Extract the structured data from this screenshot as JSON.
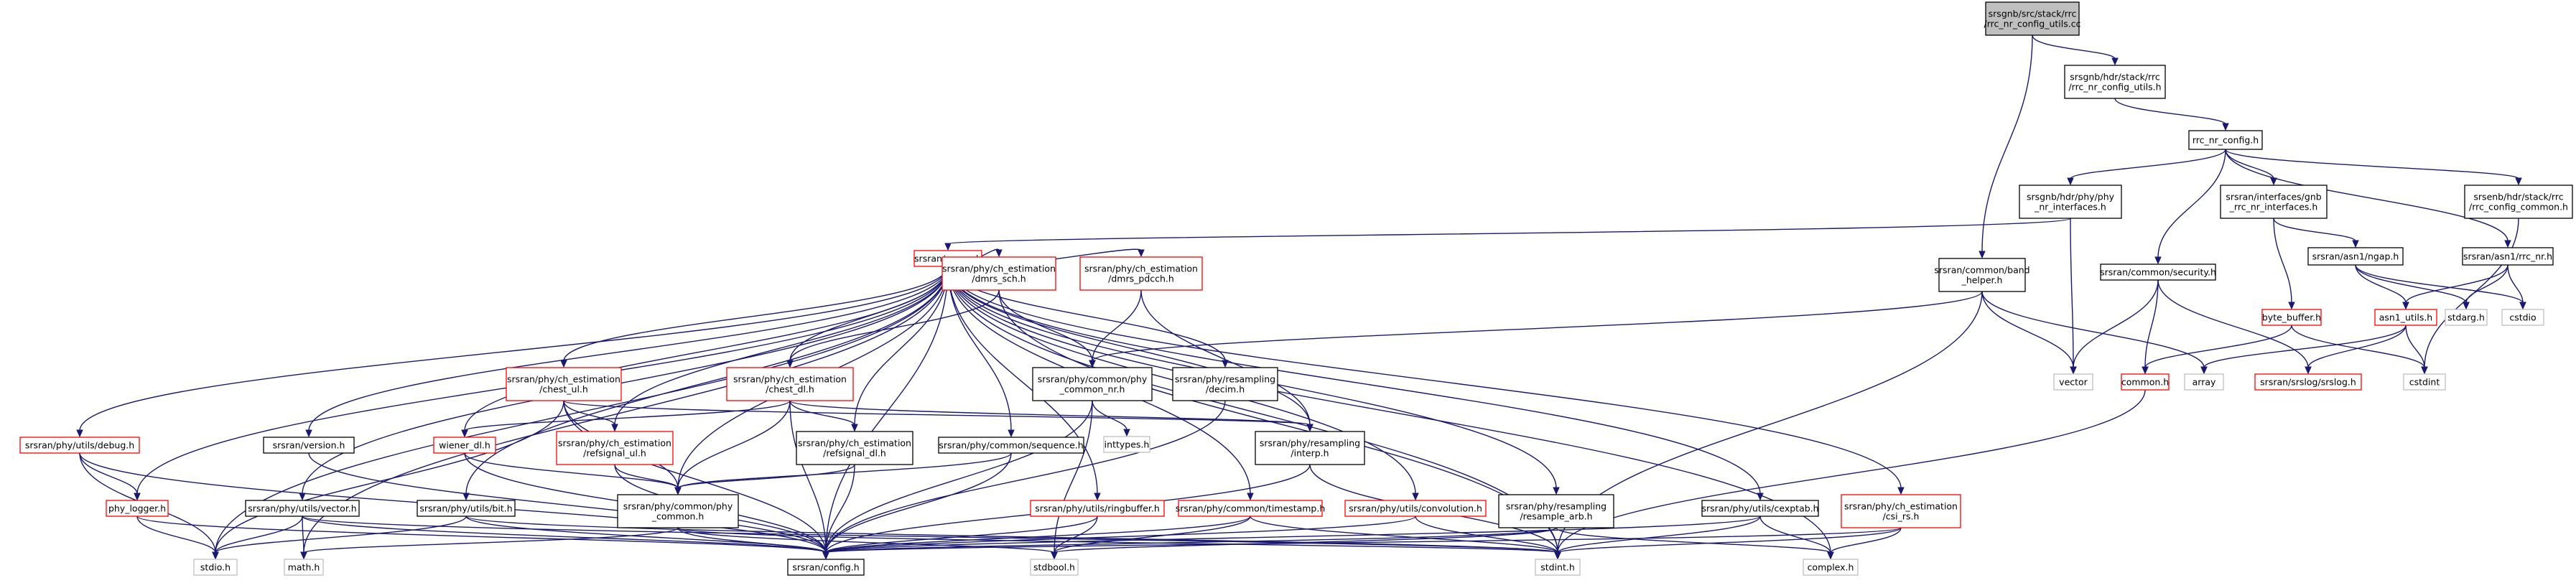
{
  "diagram": {
    "title": "srsgnb/src/stack/rrc/rrc_nr_config_utils.cc",
    "colors": {
      "edge": "#191970",
      "root_fill": "#bfbfbf",
      "documented_border": "#000000",
      "undocumented_border": "#ff0000",
      "external_border": "#bfbfbf"
    },
    "nodes": [
      {
        "id": "root",
        "style": "root",
        "lines": [
          "srsgnb/src/stack/rrc",
          "/rrc_nr_config_utils.cc"
        ]
      },
      {
        "id": "hdr_utils",
        "style": "black",
        "lines": [
          "srsgnb/hdr/stack/rrc",
          "/rrc_nr_config_utils.h"
        ]
      },
      {
        "id": "rrc_cfg",
        "style": "black",
        "lines": [
          "rrc_nr_config.h"
        ]
      },
      {
        "id": "phy_if",
        "style": "black",
        "lines": [
          "srsgnb/hdr/phy/phy",
          "_nr_interfaces.h"
        ]
      },
      {
        "id": "gnb_rrc_if",
        "style": "black",
        "lines": [
          "srsran/interfaces/gnb",
          "_rrc_nr_interfaces.h"
        ]
      },
      {
        "id": "enb_rrc_common",
        "style": "black",
        "lines": [
          "srsenb/hdr/stack/rrc",
          "/rrc_config_common.h"
        ]
      },
      {
        "id": "srsran_h",
        "style": "red",
        "lines": [
          "srsran/srsran.h"
        ]
      },
      {
        "id": "dmrs_sch",
        "style": "red",
        "lines": [
          "srsran/phy/ch_estimation",
          "/dmrs_sch.h"
        ]
      },
      {
        "id": "dmrs_pdcch",
        "style": "red",
        "lines": [
          "srsran/phy/ch_estimation",
          "/dmrs_pdcch.h"
        ]
      },
      {
        "id": "band_helper",
        "style": "black",
        "lines": [
          "srsran/common/band",
          "_helper.h"
        ]
      },
      {
        "id": "security",
        "style": "black",
        "lines": [
          "srsran/common/security.h"
        ]
      },
      {
        "id": "ngap",
        "style": "black",
        "lines": [
          "srsran/asn1/ngap.h"
        ]
      },
      {
        "id": "rrc_nr_asn",
        "style": "black",
        "lines": [
          "srsran/asn1/rrc_nr.h"
        ]
      },
      {
        "id": "byte_buffer",
        "style": "red",
        "lines": [
          "byte_buffer.h"
        ]
      },
      {
        "id": "asn1_utils",
        "style": "red",
        "lines": [
          "asn1_utils.h"
        ]
      },
      {
        "id": "stdarg",
        "style": "grey",
        "lines": [
          "stdarg.h"
        ]
      },
      {
        "id": "cstdio",
        "style": "grey",
        "lines": [
          "cstdio"
        ]
      },
      {
        "id": "cstdint",
        "style": "grey",
        "lines": [
          "cstdint"
        ]
      },
      {
        "id": "common_h",
        "style": "red",
        "lines": [
          "common.h"
        ]
      },
      {
        "id": "array",
        "style": "grey",
        "lines": [
          "array"
        ]
      },
      {
        "id": "srslog",
        "style": "red",
        "lines": [
          "srsran/srslog/srslog.h"
        ]
      },
      {
        "id": "vector_std",
        "style": "grey",
        "lines": [
          "vector"
        ]
      },
      {
        "id": "chest_ul",
        "style": "red",
        "lines": [
          "srsran/phy/ch_estimation",
          "/chest_ul.h"
        ]
      },
      {
        "id": "chest_dl",
        "style": "red",
        "lines": [
          "srsran/phy/ch_estimation",
          "/chest_dl.h"
        ]
      },
      {
        "id": "phy_common_nr",
        "style": "black",
        "lines": [
          "srsran/phy/common/phy",
          "_common_nr.h"
        ]
      },
      {
        "id": "decim",
        "style": "black",
        "lines": [
          "srsran/phy/resampling",
          "/decim.h"
        ]
      },
      {
        "id": "inttypes",
        "style": "grey",
        "lines": [
          "inttypes.h"
        ]
      },
      {
        "id": "debug_h",
        "style": "red",
        "lines": [
          "srsran/phy/utils/debug.h"
        ]
      },
      {
        "id": "version_h",
        "style": "black",
        "lines": [
          "srsran/version.h"
        ]
      },
      {
        "id": "wiener",
        "style": "red",
        "lines": [
          "wiener_dl.h"
        ]
      },
      {
        "id": "refsignal_ul",
        "style": "red",
        "lines": [
          "srsran/phy/ch_estimation",
          "/refsignal_ul.h"
        ]
      },
      {
        "id": "refsignal_dl",
        "style": "black",
        "lines": [
          "srsran/phy/ch_estimation",
          "/refsignal_dl.h"
        ]
      },
      {
        "id": "sequence",
        "style": "black",
        "lines": [
          "srsran/phy/common/sequence.h"
        ]
      },
      {
        "id": "interp",
        "style": "black",
        "lines": [
          "srsran/phy/resampling",
          "/interp.h"
        ]
      },
      {
        "id": "phy_logger",
        "style": "red",
        "lines": [
          "phy_logger.h"
        ]
      },
      {
        "id": "vector_h",
        "style": "black",
        "lines": [
          "srsran/phy/utils/vector.h"
        ]
      },
      {
        "id": "bit_h",
        "style": "black",
        "lines": [
          "srsran/phy/utils/bit.h"
        ]
      },
      {
        "id": "phy_common",
        "style": "black",
        "lines": [
          "srsran/phy/common/phy",
          "_common.h"
        ]
      },
      {
        "id": "ringbuffer",
        "style": "red",
        "lines": [
          "srsran/phy/utils/ringbuffer.h"
        ]
      },
      {
        "id": "timestamp",
        "style": "red",
        "lines": [
          "srsran/phy/common/timestamp.h"
        ]
      },
      {
        "id": "convolution",
        "style": "red",
        "lines": [
          "srsran/phy/utils/convolution.h"
        ]
      },
      {
        "id": "resample_arb",
        "style": "black",
        "lines": [
          "srsran/phy/resampling",
          "/resample_arb.h"
        ]
      },
      {
        "id": "cexptab",
        "style": "black",
        "lines": [
          "srsran/phy/utils/cexptab.h"
        ]
      },
      {
        "id": "csi_rs",
        "style": "red",
        "lines": [
          "srsran/phy/ch_estimation",
          "/csi_rs.h"
        ]
      },
      {
        "id": "stdio",
        "style": "grey",
        "lines": [
          "stdio.h"
        ]
      },
      {
        "id": "math",
        "style": "grey",
        "lines": [
          "math.h"
        ]
      },
      {
        "id": "config",
        "style": "black",
        "lines": [
          "srsran/config.h"
        ]
      },
      {
        "id": "stdbool",
        "style": "grey",
        "lines": [
          "stdbool.h"
        ]
      },
      {
        "id": "stdint",
        "style": "grey",
        "lines": [
          "stdint.h"
        ]
      },
      {
        "id": "complex",
        "style": "grey",
        "lines": [
          "complex.h"
        ]
      }
    ],
    "edges": [
      [
        "root",
        "hdr_utils"
      ],
      [
        "root",
        "band_helper"
      ],
      [
        "hdr_utils",
        "rrc_cfg"
      ],
      [
        "rrc_cfg",
        "phy_if"
      ],
      [
        "rrc_cfg",
        "security"
      ],
      [
        "rrc_cfg",
        "gnb_rrc_if"
      ],
      [
        "rrc_cfg",
        "rrc_nr_asn"
      ],
      [
        "rrc_cfg",
        "enb_rrc_common"
      ],
      [
        "phy_if",
        "srsran_h"
      ],
      [
        "phy_if",
        "vector_std"
      ],
      [
        "gnb_rrc_if",
        "ngap"
      ],
      [
        "gnb_rrc_if",
        "byte_buffer"
      ],
      [
        "enb_rrc_common",
        "cstdint"
      ],
      [
        "ngap",
        "asn1_utils"
      ],
      [
        "ngap",
        "stdarg"
      ],
      [
        "ngap",
        "cstdio"
      ],
      [
        "rrc_nr_asn",
        "asn1_utils"
      ],
      [
        "rrc_nr_asn",
        "stdarg"
      ],
      [
        "rrc_nr_asn",
        "cstdio"
      ],
      [
        "asn1_utils",
        "array"
      ],
      [
        "asn1_utils",
        "srslog"
      ],
      [
        "asn1_utils",
        "cstdint"
      ],
      [
        "byte_buffer",
        "common_h"
      ],
      [
        "byte_buffer",
        "cstdint"
      ],
      [
        "security",
        "common_h"
      ],
      [
        "security",
        "srslog"
      ],
      [
        "security",
        "vector_std"
      ],
      [
        "common_h",
        "stdint"
      ],
      [
        "band_helper",
        "phy_common_nr"
      ],
      [
        "band_helper",
        "vector_std"
      ],
      [
        "band_helper",
        "array"
      ],
      [
        "band_helper",
        "stdint"
      ],
      [
        "srsran_h",
        "dmrs_sch"
      ],
      [
        "srsran_h",
        "dmrs_pdcch"
      ],
      [
        "srsran_h",
        "chest_ul"
      ],
      [
        "srsran_h",
        "chest_dl"
      ],
      [
        "srsran_h",
        "debug_h"
      ],
      [
        "srsran_h",
        "version_h"
      ],
      [
        "srsran_h",
        "wiener"
      ],
      [
        "srsran_h",
        "refsignal_ul"
      ],
      [
        "srsran_h",
        "refsignal_dl"
      ],
      [
        "srsran_h",
        "sequence"
      ],
      [
        "srsran_h",
        "interp"
      ],
      [
        "srsran_h",
        "decim"
      ],
      [
        "srsran_h",
        "phy_logger"
      ],
      [
        "srsran_h",
        "vector_h"
      ],
      [
        "srsran_h",
        "bit_h"
      ],
      [
        "srsran_h",
        "phy_common"
      ],
      [
        "srsran_h",
        "ringbuffer"
      ],
      [
        "srsran_h",
        "timestamp"
      ],
      [
        "srsran_h",
        "convolution"
      ],
      [
        "srsran_h",
        "resample_arb"
      ],
      [
        "srsran_h",
        "cexptab"
      ],
      [
        "srsran_h",
        "csi_rs"
      ],
      [
        "srsran_h",
        "stdio"
      ],
      [
        "srsran_h",
        "math"
      ],
      [
        "srsran_h",
        "complex"
      ],
      [
        "srsran_h",
        "stdint"
      ],
      [
        "srsran_h",
        "config"
      ],
      [
        "dmrs_sch",
        "chest_dl"
      ],
      [
        "dmrs_sch",
        "phy_common_nr"
      ],
      [
        "dmrs_sch",
        "stdint"
      ],
      [
        "dmrs_pdcch",
        "phy_common_nr"
      ],
      [
        "dmrs_pdcch",
        "interp"
      ],
      [
        "phy_common_nr",
        "config"
      ],
      [
        "phy_common_nr",
        "inttypes"
      ],
      [
        "phy_common_nr",
        "stdbool"
      ],
      [
        "decim",
        "config"
      ],
      [
        "chest_ul",
        "config"
      ],
      [
        "chest_ul",
        "refsignal_ul"
      ],
      [
        "chest_ul",
        "phy_common"
      ],
      [
        "chest_ul",
        "stdio"
      ],
      [
        "chest_ul",
        "interp"
      ],
      [
        "chest_dl",
        "wiener"
      ],
      [
        "chest_dl",
        "refsignal_dl"
      ],
      [
        "chest_dl",
        "phy_common"
      ],
      [
        "chest_dl",
        "config"
      ],
      [
        "chest_dl",
        "interp"
      ],
      [
        "refsignal_ul",
        "phy_common"
      ],
      [
        "refsignal_ul",
        "config"
      ],
      [
        "refsignal_dl",
        "phy_common"
      ],
      [
        "refsignal_dl",
        "config"
      ],
      [
        "wiener",
        "phy_common"
      ],
      [
        "wiener",
        "config"
      ],
      [
        "sequence",
        "phy_common"
      ],
      [
        "sequence",
        "config"
      ],
      [
        "interp",
        "config"
      ],
      [
        "interp",
        "stdint"
      ],
      [
        "debug_h",
        "phy_logger"
      ],
      [
        "debug_h",
        "stdio"
      ],
      [
        "debug_h",
        "config"
      ],
      [
        "phy_logger",
        "stdio"
      ],
      [
        "phy_logger",
        "config"
      ],
      [
        "version_h",
        "config"
      ],
      [
        "vector_h",
        "stdio"
      ],
      [
        "vector_h",
        "math"
      ],
      [
        "vector_h",
        "config"
      ],
      [
        "vector_h",
        "stdint"
      ],
      [
        "bit_h",
        "stdio"
      ],
      [
        "bit_h",
        "stdint"
      ],
      [
        "bit_h",
        "config"
      ],
      [
        "phy_common",
        "config"
      ],
      [
        "phy_common",
        "stdint"
      ],
      [
        "phy_common",
        "math"
      ],
      [
        "phy_common",
        "stdbool"
      ],
      [
        "ringbuffer",
        "config"
      ],
      [
        "ringbuffer",
        "stdbool"
      ],
      [
        "timestamp",
        "config"
      ],
      [
        "timestamp",
        "stdint"
      ],
      [
        "timestamp",
        "stdbool"
      ],
      [
        "convolution",
        "config"
      ],
      [
        "convolution",
        "stdint"
      ],
      [
        "resample_arb",
        "config"
      ],
      [
        "resample_arb",
        "stdbool"
      ],
      [
        "resample_arb",
        "complex"
      ],
      [
        "cexptab",
        "config"
      ],
      [
        "cexptab",
        "stdint"
      ],
      [
        "cexptab",
        "complex"
      ],
      [
        "csi_rs",
        "stdint"
      ],
      [
        "csi_rs",
        "config"
      ],
      [
        "csi_rs",
        "complex"
      ]
    ]
  }
}
